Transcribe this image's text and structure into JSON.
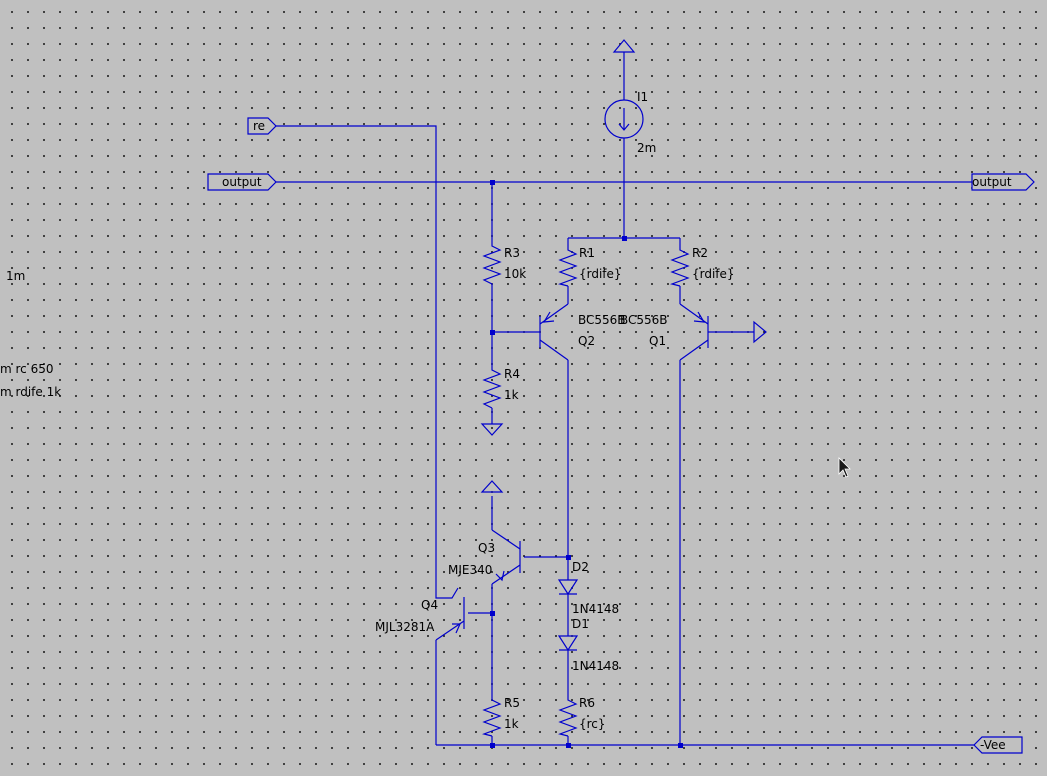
{
  "schematic": {
    "directives": [
      "1m",
      "m rc 650",
      "m rdife 1k"
    ],
    "net_labels": {
      "re": "re",
      "output_left": "output",
      "output_right": "output",
      "vee": "-Vee"
    },
    "current_source": {
      "name": "I1",
      "value": "2m"
    },
    "resistors": {
      "R1": {
        "name": "R1",
        "value": "{rdife}"
      },
      "R2": {
        "name": "R2",
        "value": "{rdife}"
      },
      "R3": {
        "name": "R3",
        "value": "10k"
      },
      "R4": {
        "name": "R4",
        "value": "1k"
      },
      "R5": {
        "name": "R5",
        "value": "1k"
      },
      "R6": {
        "name": "R6",
        "value": "{rc}"
      }
    },
    "transistors": {
      "Q1": {
        "name": "Q1",
        "model": "BC556B"
      },
      "Q2": {
        "name": "Q2",
        "model": "BC556B"
      },
      "Q3": {
        "name": "Q3",
        "model": "MJE340"
      },
      "Q4": {
        "name": "Q4",
        "model": "MJL3281A"
      }
    },
    "diodes": {
      "D1": {
        "name": "D1",
        "model": "1N4148"
      },
      "D2": {
        "name": "D2",
        "model": "1N4148"
      }
    }
  },
  "colors": {
    "wire": "#0000cc",
    "background": "#c0c0c0",
    "grid_dot": "#202020"
  },
  "cursor": {
    "icon": "mouse-pointer-icon"
  }
}
